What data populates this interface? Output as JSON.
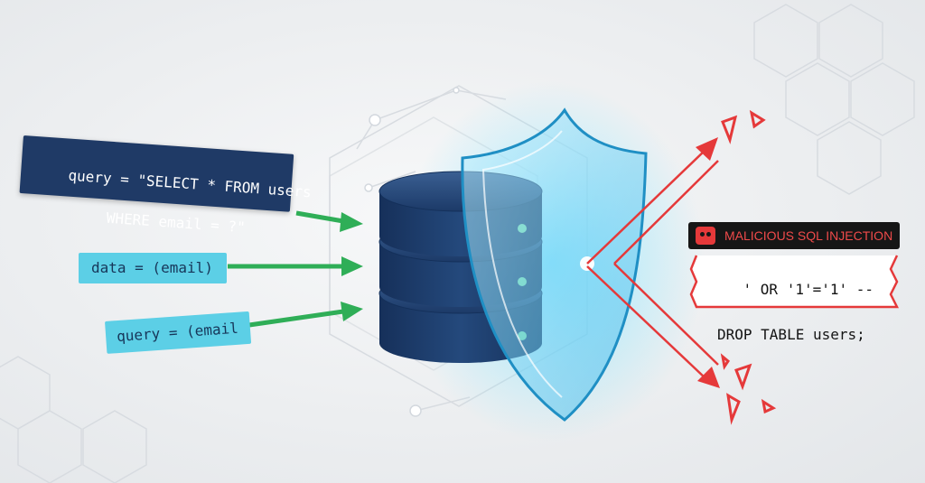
{
  "colors": {
    "background": "#eceef0",
    "card_dark": "#1f3a66",
    "card_light": "#5ccfe6",
    "arrow_green": "#2fae57",
    "database": "#1e3f6f",
    "database_dot": "#7fe0a4",
    "shield": "#4cc3ee",
    "attack_red": "#e5393a",
    "label_bg": "#161616"
  },
  "inputs": {
    "parameterized_query_line1": "query = \"SELECT * FROM users",
    "parameterized_query_line2": "WHERE email = ?\"",
    "data_param": "data = (email)",
    "query_call": "query = (email"
  },
  "icons": [
    "database-icon",
    "shield-icon",
    "skull-icon",
    "deflect-arrow-icon"
  ],
  "attack": {
    "label": "MALICIOUS SQL INJECTION",
    "code_line1": "' OR '1'='1' --",
    "code_line2": "DROP TABLE users;"
  }
}
